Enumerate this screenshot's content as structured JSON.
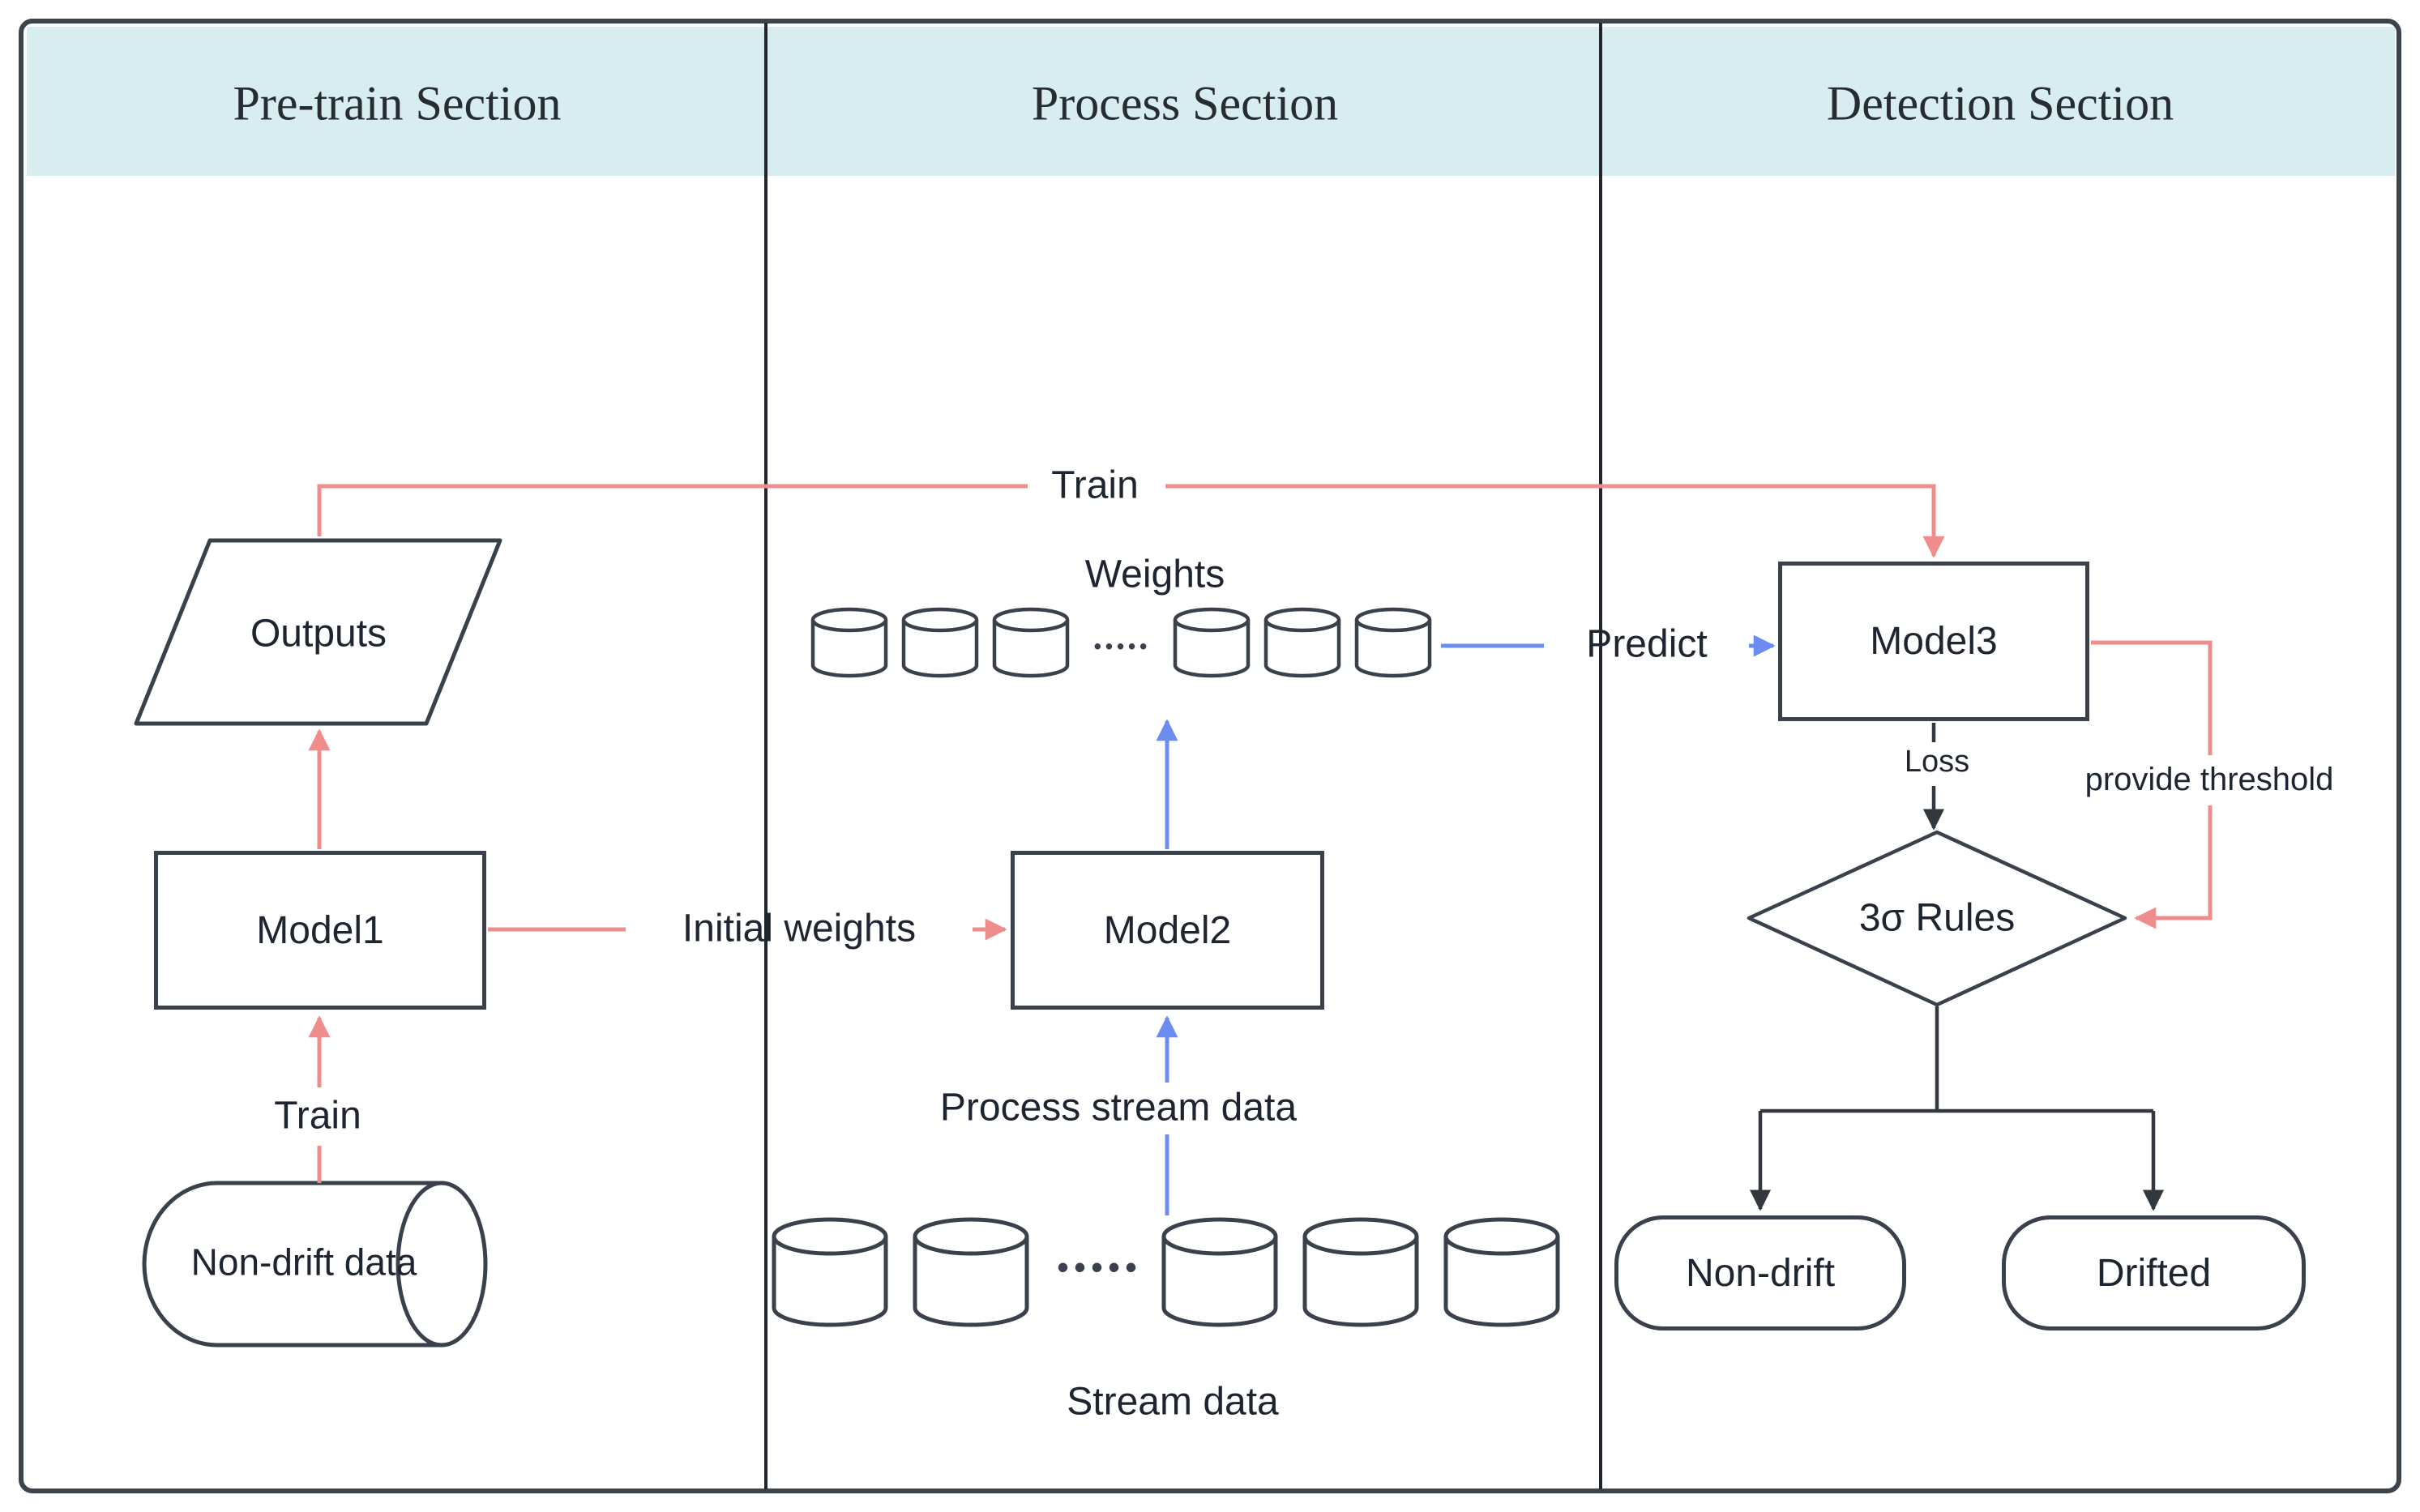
{
  "header": {
    "sections": [
      {
        "label": "Pre-train Section"
      },
      {
        "label": "Process Section"
      },
      {
        "label": "Detection Section"
      }
    ]
  },
  "pretrain": {
    "outputs_label": "Outputs",
    "model1_label": "Model1",
    "train_edge_label": "Train",
    "datastore_label": "Non-drift data"
  },
  "process": {
    "weights_title": "Weights",
    "model2_label": "Model2",
    "initial_weights_edge_label": "Initial weights",
    "process_stream_edge_label": "Process stream data",
    "stream_data_label": "Stream data",
    "weights_dots": "•••••",
    "stream_dots": "•••••",
    "datastores": {
      "weights_row_groups": [
        3,
        3
      ],
      "stream_row_groups": [
        2,
        3
      ]
    }
  },
  "detection": {
    "train_edge_label": "Train",
    "model3_label": "Model3",
    "predict_edge_label": "Predict",
    "loss_edge_label": "Loss",
    "threshold_edge_label": "provide threshold",
    "diamond_label": "3σ Rules",
    "nondrift_label": "Non-drift",
    "drifted_label": "Drifted"
  },
  "colors": {
    "header_bg": "#d7edef",
    "frame_border": "#3d434b",
    "node_stroke": "#3a414c",
    "arrow_red": "#ef8c8c",
    "arrow_blue": "#6c8cf2",
    "arrow_black": "#33383f",
    "text": "#1f2530",
    "title_text": "#272c33"
  }
}
